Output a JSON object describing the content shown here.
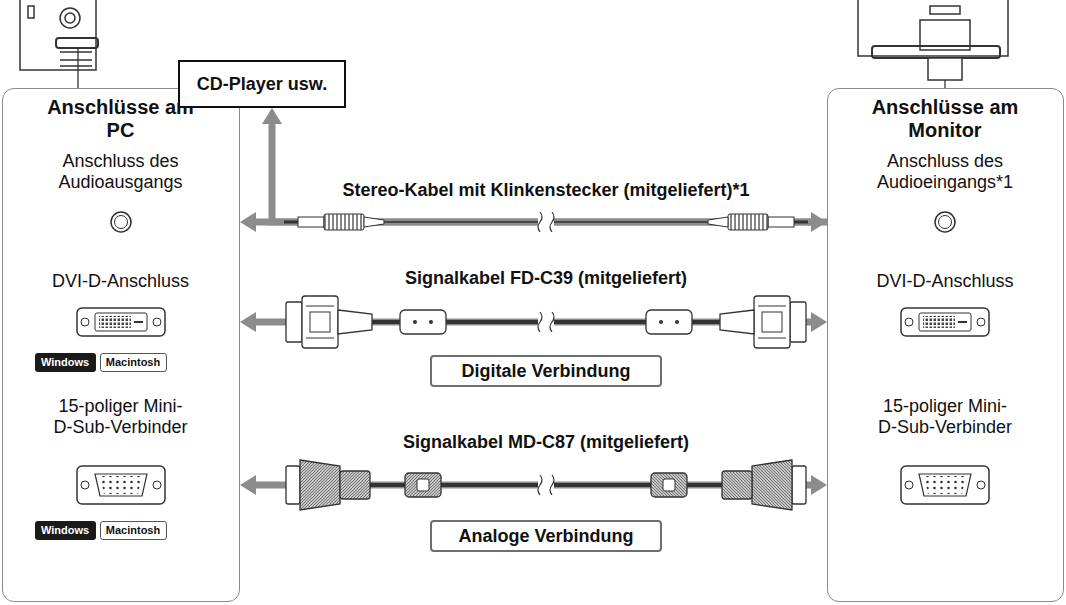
{
  "diagram": {
    "nodes": [
      {
        "text": [
          "Anschlüsse am PC",
          "Anschluss des Audioausgangs",
          "DVI-D-Anschluss",
          "15-poliger Mini-D-Sub-Verbinder"
        ]
      },
      {
        "text": [
          "Windows"
        ],
        "in": 0
      },
      {
        "text": [
          "Macintosh"
        ],
        "in": 0
      },
      {
        "text": [
          "Windows"
        ],
        "in": 0
      },
      {
        "text": [
          "Macintosh"
        ],
        "in": 0
      },
      {
        "text": [
          "CD-Player usw."
        ]
      },
      {
        "text": [
          "Digitale Verbindung"
        ]
      },
      {
        "text": [
          "Analoge Verbindung"
        ]
      },
      {
        "text": [
          "Anschlüsse am Monitor",
          "Anschluss des Audioeingangs*1",
          "DVI-D-Anschluss",
          "15-poliger Mini-D-Sub-Verbinder"
        ]
      }
    ],
    "edges": [
      {
        "from": 0,
        "to": 8,
        "arrow": "both",
        "label": "Stereo-Kabel mit Klinkenstecker (mitgeliefert)*1"
      },
      {
        "from": 0,
        "to": 8,
        "arrow": "both",
        "label": "Signalkabel FD-C39 (mitgeliefert)"
      },
      {
        "from": 0,
        "to": 8,
        "arrow": "both",
        "label": "Signalkabel MD-C87 (mitgeliefert)"
      },
      {
        "from": 8,
        "to": 5,
        "arrow": "to"
      }
    ]
  }
}
